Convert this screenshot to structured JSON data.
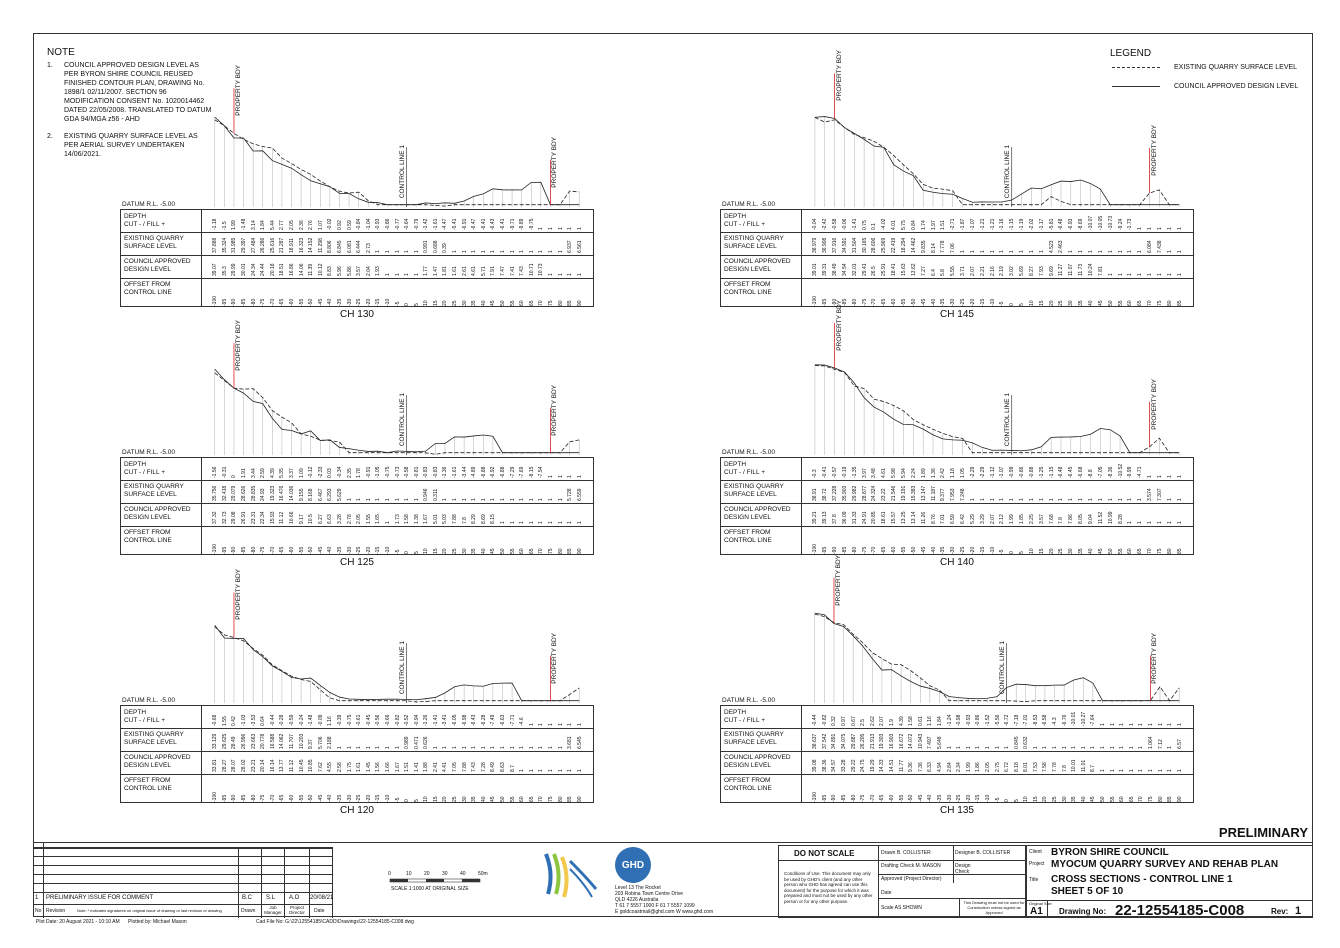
{
  "note": {
    "heading": "NOTE",
    "items": [
      {
        "num": "1.",
        "text": "COUNCIL APPROVED DESIGN LEVEL AS PER BYRON SHIRE COUNCIL REUSED FINISHED CONTOUR PLAN, DRAWING No. 1898/1 02/11/2007. SECTION 96 MODIFICATION CONSENT No. 1020014462 DATED 22/05/2008. TRANSLATED TO DATUM GDA 94/MGA z56 - AHD"
      },
      {
        "num": "2.",
        "text": "EXISTING QUARRY SURFACE LEVEL AS PER AERIAL SURVEY UNDERTAKEN 14/06/2021."
      }
    ]
  },
  "legend": {
    "heading": "LEGEND",
    "existing": "EXISTING QUARRY SURFACE LEVEL",
    "design": "COUNCIL APPROVED DESIGN LEVEL"
  },
  "labels": {
    "datum": "DATUM R.L. -5.00",
    "depth": [
      "DEPTH",
      "CUT - / FILL +"
    ],
    "existing": [
      "EXISTING QUARRY",
      "SURFACE LEVEL"
    ],
    "design": [
      "COUNCIL APPROVED",
      "DESIGN LEVEL"
    ],
    "offset": [
      "OFFSET FROM",
      "CONTROL LINE"
    ],
    "property_bdy": "PROPERTY BDY",
    "control_line": "CONTROL LINE 1"
  },
  "sections": [
    {
      "title": "CH 130",
      "offsets": [
        "-100",
        "-95",
        "-90",
        "-85",
        "-80",
        "-75",
        "-70",
        "-65",
        "-60",
        "-55",
        "-50",
        "-45",
        "-40",
        "-35",
        "-30",
        "-25",
        "-20",
        "-15",
        "-10",
        "-5",
        "0",
        "5",
        "10",
        "15",
        "20",
        "25",
        "30",
        "35",
        "40",
        "45",
        "50",
        "55",
        "60",
        "65",
        "70",
        "75",
        "80",
        "85",
        "90"
      ],
      "existing": [
        "37.888",
        "35.324",
        "31.985",
        "29.397",
        "27.484",
        "26.286",
        "25.616",
        "21.287",
        "18.911",
        "16.323",
        "14.152",
        "11.298",
        "8.806",
        "6.845",
        "6.081",
        "6.444",
        "2.73",
        "1",
        "1",
        "1",
        "1",
        "1",
        "0.991",
        "0.688",
        "0.39",
        "1",
        "1",
        "1",
        "1",
        "1",
        "1",
        "1",
        "1",
        "1",
        "1",
        "1",
        "1",
        "6.937",
        "6.561"
      ],
      "design": [
        "39.07",
        "35.3",
        "29.99",
        "30.01",
        "24.34",
        "24.44",
        "20.18",
        "18.51",
        "16.86",
        "14.06",
        "11.39",
        "10.12",
        "8.83",
        "5.96",
        "5.86",
        "3.57",
        "2.04",
        "1.93",
        "1",
        "1",
        "1",
        "1",
        "1.77",
        "1.47",
        "1.81",
        "1.61",
        "2.61",
        "4.61",
        "5.71",
        "7.91",
        "7.47",
        "7.41",
        "7.43",
        "10.71",
        "10.73",
        "1",
        "1",
        "1",
        "1"
      ],
      "depth": [
        "-1.18",
        "-1.5",
        "1.99",
        "-1.48",
        "3.14",
        "1.84",
        "5.44",
        "2.77",
        "2.05",
        "2.36",
        "2.76",
        "1.07",
        "-0.02",
        "0.92",
        "0.59",
        "-0.84",
        "-1.04",
        "-0.93",
        "-0.86",
        "-0.77",
        "-0.64",
        "-0.79",
        "-1.42",
        "-1.61",
        "-4.47",
        "-5.41",
        "-6.91",
        "-6.47",
        "-6.41",
        "-6.43",
        "-6.41",
        "-9.71",
        "-9.89",
        "-9.75",
        "1",
        "1",
        "1",
        "1",
        "1"
      ]
    },
    {
      "title": "CH 145",
      "offsets": [
        "-100",
        "-95",
        "-90",
        "-85",
        "-80",
        "-75",
        "-70",
        "-65",
        "-60",
        "-55",
        "-50",
        "-45",
        "-40",
        "-35",
        "-30",
        "-25",
        "-20",
        "-15",
        "-10",
        "-5",
        "0",
        "5",
        "10",
        "15",
        "20",
        "25",
        "30",
        "35",
        "40",
        "45",
        "50",
        "55",
        "60",
        "65",
        "70",
        "75",
        "80",
        "85"
      ],
      "existing": [
        "38.979",
        "36.908",
        "37.916",
        "34.591",
        "31.504",
        "30.165",
        "28.606",
        "25.969",
        "22.419",
        "18.294",
        "14.462",
        "9.835",
        "8.14",
        "7.778",
        "7.06",
        "1",
        "1",
        "1",
        "1",
        "1",
        "1",
        "1",
        "1",
        "1",
        "4.523",
        "2.463",
        "1",
        "1",
        "1",
        "1",
        "1",
        "1",
        "1",
        "1",
        "6.084",
        "7.438",
        "1",
        "1"
      ],
      "design": [
        "39.01",
        "39.31",
        "38.49",
        "34.54",
        "32.01",
        "29.41",
        "26.5",
        "25.91",
        "18.41",
        "15.63",
        "13.62",
        "7.27",
        "6.4",
        "5.8",
        "5.55",
        "3.71",
        "2.07",
        "2.21",
        "2.16",
        "2.19",
        "3.02",
        "5.69",
        "8.27",
        "7.93",
        "9.69",
        "11.27",
        "11.07",
        "11.73",
        "10.24",
        "7.81",
        "1",
        "1",
        "1",
        "1",
        "1",
        "1",
        "1",
        "1"
      ],
      "depth": [
        "-0.04",
        "-2.42",
        "-0.58",
        "-0.06",
        "-1.41",
        "0.75",
        "0.1",
        "-4.02",
        "4.01",
        "5.75",
        "0.84",
        "1.74",
        "1.97",
        "1.51",
        "-2.71",
        "-1.87",
        "-1.07",
        "-1.21",
        "-1.21",
        "-1.16",
        "-1.15",
        "-1.19",
        "-2.02",
        "-1.17",
        "-5.81",
        "-6.48",
        "-6.93",
        "-8.69",
        "-10.07",
        "-10.05",
        "-10.73",
        "-9.24",
        "-1.73",
        "1",
        "1",
        "1",
        "1",
        "1"
      ]
    },
    {
      "title": "CH 125",
      "offsets": [
        "-100",
        "-95",
        "-90",
        "-85",
        "-80",
        "-75",
        "-70",
        "-65",
        "-60",
        "-55",
        "-50",
        "-45",
        "-40",
        "-35",
        "-30",
        "-25",
        "-20",
        "-15",
        "-10",
        "-5",
        "0",
        "5",
        "10",
        "15",
        "20",
        "25",
        "30",
        "35",
        "40",
        "45",
        "50",
        "55",
        "60",
        "65",
        "70",
        "75",
        "80",
        "85",
        "90"
      ],
      "existing": [
        "35.756",
        "32.418",
        "29.079",
        "28.626",
        "28.835",
        "24.93",
        "19.323",
        "16.476",
        "14.036",
        "9.155",
        "8.168",
        "6.467",
        "6.293",
        "5.629",
        "1",
        "1",
        "1",
        "1",
        "1",
        "1",
        "1",
        "1",
        "0.946",
        "0.311",
        "1",
        "1",
        "1",
        "1",
        "1",
        "1",
        "1",
        "1",
        "1",
        "1",
        "1",
        "1",
        "1",
        "5.728",
        "6.559"
      ],
      "design": [
        "37.32",
        "32.73",
        "29.08",
        "26.91",
        "23.31",
        "22.34",
        "15.93",
        "11.12",
        "10.66",
        "9.17",
        "10.5",
        "6.27",
        "6.63",
        "3.28",
        "2.78",
        "2.05",
        "1.55",
        "1.65",
        "1",
        "1.73",
        "1.58",
        "1.38",
        "1.67",
        "5.01",
        "5.03",
        "7.88",
        "7.8",
        "8.29",
        "8.69",
        "8.15",
        "1",
        "1",
        "1",
        "1",
        "1",
        "1",
        "1",
        "1",
        "1"
      ],
      "depth": [
        "-1.56",
        "-0.31",
        "0",
        "1.91",
        "3.44",
        "2.59",
        "4.39",
        "5.35",
        "3.37",
        "1.09",
        "-0.12",
        "-2.33",
        "0.03",
        "-0.34",
        "2.35",
        "1.78",
        "-0.91",
        "-1.05",
        "-0.75",
        "-0.73",
        "-0.58",
        "-0.81",
        "-0.83",
        "-0.83",
        "-1.36",
        "-1.61",
        "-3.44",
        "-4.89",
        "-6.88",
        "-6.92",
        "-6.88",
        "-7.29",
        "-7.69",
        "-8.15",
        "-7.54",
        "1",
        "1",
        "1",
        "1"
      ]
    },
    {
      "title": "CH 140",
      "offsets": [
        "-100",
        "-95",
        "-90",
        "-85",
        "-80",
        "-75",
        "-70",
        "-65",
        "-60",
        "-55",
        "-50",
        "-45",
        "-40",
        "-35",
        "-30",
        "-25",
        "-20",
        "-15",
        "-10",
        "-5",
        "0",
        "5",
        "10",
        "15",
        "20",
        "25",
        "30",
        "35",
        "40",
        "45",
        "50",
        "55",
        "60",
        "65",
        "70",
        "75",
        "80",
        "85"
      ],
      "existing": [
        "38.91",
        "38.72",
        "37.228",
        "35.903",
        "29.982",
        "28.877",
        "24.324",
        "23.22",
        "21.546",
        "19.191",
        "15.383",
        "13.147",
        "11.187",
        "9.377",
        "7.953",
        "7.248",
        "1",
        "1",
        "1",
        "1",
        "1",
        "1",
        "1",
        "1",
        "1",
        "1",
        "1",
        "1",
        "1",
        "1",
        "1",
        "1",
        "1",
        "1",
        "3.574",
        "7.307",
        "1",
        "1"
      ],
      "design": [
        "39.21",
        "39.13",
        "37.8",
        "36.09",
        "31.33",
        "24.91",
        "20.85",
        "18.61",
        "15.57",
        "13.25",
        "13.14",
        "11.26",
        "8.76",
        "7.01",
        "6.59",
        "6.42",
        "5.29",
        "3.29",
        "2.07",
        "2.12",
        "1.99",
        "1.85",
        "2.25",
        "3.57",
        "7.68",
        "7.8",
        "7.86",
        "8.05",
        "9.04",
        "11.52",
        "10.99",
        "8.28",
        "1",
        "1",
        "1",
        "1",
        "1",
        "1"
      ],
      "depth": [
        "-0.3",
        "-0.41",
        "-0.57",
        "-0.19",
        "-1.35",
        "3.97",
        "3.48",
        "4.61",
        "5.98",
        "5.94",
        "2.24",
        "1.89",
        "1.36",
        "2.42",
        "1.18",
        "1.05",
        "-2.29",
        "-2.29",
        "-1.12",
        "-1.07",
        "-0.99",
        "-0.86",
        "-0.88",
        "-1.25",
        "-1.15",
        "-6.48",
        "-6.45",
        "-6.68",
        "-8.8",
        "-7.05",
        "-8.36",
        "-10.52",
        "-9.99",
        "-4.71",
        "1",
        "1",
        "1",
        "1"
      ]
    },
    {
      "title": "CH 120",
      "offsets": [
        "-100",
        "-95",
        "-90",
        "-85",
        "-80",
        "-75",
        "-70",
        "-65",
        "-60",
        "-55",
        "-50",
        "-45",
        "-40",
        "-35",
        "-30",
        "-25",
        "-20",
        "-15",
        "-10",
        "-5",
        "0",
        "5",
        "10",
        "15",
        "20",
        "25",
        "30",
        "35",
        "40",
        "45",
        "50",
        "55",
        "60",
        "65",
        "70",
        "75",
        "80",
        "85",
        "90"
      ],
      "existing": [
        "33.129",
        "29.625",
        "28.49",
        "26.996",
        "23.663",
        "20.778",
        "16.588",
        "14.062",
        "11.707",
        "10.203",
        "9.37",
        "5.706",
        "2.188",
        "1",
        "1",
        "1",
        "1",
        "1",
        "1",
        "1",
        "0.989",
        "0.471",
        "0.626",
        "1",
        "1",
        "1",
        "1",
        "1",
        "1",
        "1",
        "1",
        "1",
        "1",
        "1",
        "1",
        "1",
        "1",
        "3.681",
        "6.545"
      ],
      "design": [
        "33.81",
        "28.27",
        "28.07",
        "28.02",
        "23.21",
        "20.14",
        "16.14",
        "13.77",
        "11.12",
        "10.45",
        "10.85",
        "7.62",
        "4.55",
        "2.58",
        "1.75",
        "1.61",
        "1.45",
        "1.56",
        "1.66",
        "1.67",
        "1.51",
        "1.41",
        "1.88",
        "2.41",
        "4.41",
        "7.05",
        "7.88",
        "7.43",
        "7.28",
        "8.49",
        "8.63",
        "8.7",
        "1",
        "1",
        "1",
        "1",
        "1",
        "1",
        "1"
      ],
      "depth": [
        "-0.68",
        "1.55",
        "0.42",
        "-1.03",
        "-3.53",
        "0.64",
        "-0.44",
        "-0.28",
        "-0.59",
        "-0.24",
        "-1.48",
        "-0.09",
        "1.16",
        "-0.39",
        "-0.75",
        "-0.61",
        "-0.45",
        "-0.56",
        "-0.66",
        "-0.82",
        "-0.52",
        "-0.94",
        "-1.26",
        "-1.41",
        "-3.41",
        "-6.05",
        "-6.98",
        "-6.43",
        "-6.28",
        "-7.49",
        "-6.63",
        "-7.71",
        "-4.6",
        "1",
        "1",
        "1",
        "1",
        "1",
        "1"
      ]
    },
    {
      "title": "CH 135",
      "offsets": [
        "-100",
        "-95",
        "-90",
        "-85",
        "-80",
        "-75",
        "-70",
        "-65",
        "-60",
        "-55",
        "-50",
        "-45",
        "-40",
        "-35",
        "-30",
        "-25",
        "-20",
        "-15",
        "-10",
        "-5",
        "0",
        "5",
        "10",
        "15",
        "20",
        "25",
        "30",
        "35",
        "40",
        "45",
        "50",
        "55",
        "60",
        "65",
        "70",
        "75",
        "80",
        "85",
        "90"
      ],
      "existing": [
        "38.637",
        "37.542",
        "34.891",
        "34.075",
        "29.887",
        "26.205",
        "21.913",
        "19.303",
        "16.903",
        "16.672",
        "14.072",
        "10.943",
        "7.497",
        "5.648",
        "1",
        "1",
        "1",
        "1",
        "1",
        "1",
        "1",
        "0.845",
        "0.632",
        "1",
        "1",
        "1",
        "1",
        "1",
        "1",
        "1",
        "1",
        "1",
        "1",
        "1",
        "1",
        "1.064",
        "7.12",
        "1",
        "6.57"
      ],
      "design": [
        "39.08",
        "38.36",
        "34.57",
        "33.28",
        "29.22",
        "24.75",
        "19.29",
        "14.33",
        "14.51",
        "11.77",
        "9.36",
        "7.36",
        "6.33",
        "4.94",
        "2.84",
        "2.34",
        "1.99",
        "1.86",
        "2.05",
        "2.75",
        "6.72",
        "8.18",
        "8.01",
        "7.53",
        "7.58",
        "7.78",
        "7.8",
        "10.01",
        "11.01",
        "8.7",
        "1",
        "1",
        "1",
        "1",
        "1",
        "1",
        "1",
        "1",
        "1"
      ],
      "depth": [
        "-0.44",
        "-0.82",
        "0.32",
        "0.97",
        "0.67",
        "2.5",
        "2.62",
        "2.07",
        "1.9",
        "4.39",
        "1.58",
        "0.61",
        "1.16",
        "1.84",
        "-1.24",
        "-0.98",
        "-0.93",
        "-0.86",
        "-1.52",
        "-5.56",
        "-6.72",
        "-7.18",
        "-7.01",
        "-8.53",
        "-6.58",
        "-4.3",
        "-6.76",
        "-10.01",
        "-10.27",
        "-7.64",
        "1",
        "1",
        "1",
        "1",
        "1",
        "1",
        "1",
        "1",
        "1"
      ]
    }
  ],
  "titleblock": {
    "prelim": "PRELIMINARY",
    "rev_row": {
      "no": "1",
      "text": "PRELIMINARY ISSUE FOR COMMENT",
      "drawn": "B.C",
      "jm": "S.L",
      "pd": "A.O",
      "date": "20/08/21"
    },
    "rev_headers": {
      "no": "No",
      "rev": "Revision",
      "note": "Note: * indicates signatures on original issue of drawing or last revision of drawing",
      "drawn": "Drawn",
      "jm": "Job Manager",
      "pd": "Project Director",
      "date": "Date"
    },
    "scale_text": "SCALE 1:1000  AT ORIGINAL SIZE",
    "scale_ticks": [
      "0",
      "10",
      "20",
      "30",
      "40",
      "50m"
    ],
    "ghd": "GHD",
    "address": [
      "Level 13 The Rocket",
      "203 Robina Town Centre Drive",
      "QLD 4226 Australia",
      "T 61 7 5557 1000  F 61 7 5557 1099",
      "E goldcoastmail@ghd.com  W www.ghd.com"
    ],
    "do_not_scale": "DO NOT SCALE",
    "conditions": "Conditions of Use. This document may only be used by GHD's client (and any other person who GHD has agreed can use this document) for the purpose for which it was prepared and must not be used by any other person or for any other purpose.",
    "drawn": "Drawn   B. COLLISTER",
    "designer": "Designer  B. COLLISTER",
    "drafting_check": "Drafting Check   M. MASON",
    "design_check": "Design Check",
    "approved": "Approved (Project Director)",
    "date": "Date",
    "scale": "Scale      AS SHOWN",
    "construction": "This Drawing must not be used for Construction unless signed as Approved",
    "client_lbl": "Client",
    "client": "BYRON SHIRE COUNCIL",
    "project_lbl": "Project",
    "project": "MYOCUM QUARRY SURVEY AND REHAB PLAN",
    "title_lbl": "Title",
    "title1": "CROSS SECTIONS - CONTROL LINE 1",
    "title2": "SHEET 5 OF 10",
    "orig_size_lbl": "Original Size",
    "size": "A1",
    "drawing_no_lbl": "Drawing No:",
    "drawing_no": "22-12554185-C008",
    "rev_lbl": "Rev:",
    "rev": "1",
    "plot_date": "Plot Date:   20 August 2021 - 10:10 AM",
    "plotted_by": "Plotted by:   Michael Mason",
    "cad_file": "Cad File No:   G:\\22\\12554185\\CADD\\Drawings\\22-12554185-C008.dwg"
  }
}
